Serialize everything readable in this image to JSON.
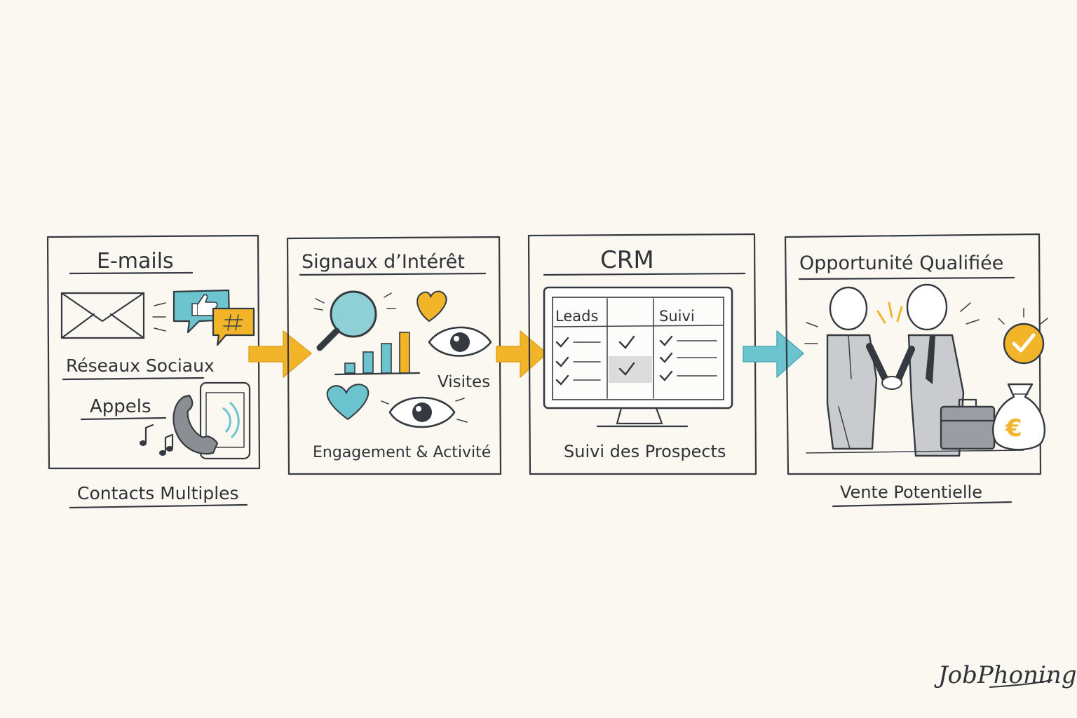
{
  "stages": [
    {
      "title": "E-mails",
      "labels": [
        "Réseaux Sociaux",
        "Appels"
      ],
      "footer": "Contacts Multiples"
    },
    {
      "title": "Signaux d’Intérêt",
      "labels": [
        "Visites"
      ],
      "footer": "Engagement & Activité"
    },
    {
      "title": "CRM",
      "columns": [
        "Leads",
        "Suivi"
      ],
      "footer": "Suivi des Prospects"
    },
    {
      "title": "Opportunité Qualifiée",
      "footer": "Vente Potentielle",
      "currency_symbol": "€"
    }
  ],
  "brand": "JobPhoning",
  "colors": {
    "yellow": "#f2b52a",
    "teal": "#6cc4cf",
    "ink": "#343a40",
    "background": "#fbf8f2"
  },
  "icons": [
    "envelope-icon",
    "thumbs-up-icon",
    "hashtag-icon",
    "phone-icon",
    "music-note-icon",
    "magnifier-icon",
    "bar-chart-icon",
    "heart-icon",
    "eye-icon",
    "monitor-icon",
    "checkmark-icon",
    "handshake-icon",
    "briefcase-icon",
    "money-bag-icon",
    "check-badge-icon"
  ]
}
